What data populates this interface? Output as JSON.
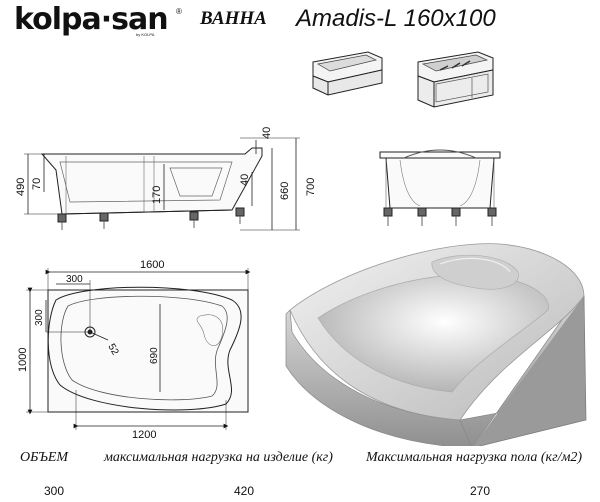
{
  "header": {
    "brand": "kolpa·san",
    "brand_reg": "®",
    "brand_sub": "by KOLPA",
    "doc_type": "ВАННА",
    "model": "Amadis-L 160x100"
  },
  "dimensions": {
    "side_view": {
      "d40_top": "40",
      "d490": "490",
      "d70": "70",
      "d170": "170",
      "d40": "40",
      "d660": "660",
      "d700": "700"
    },
    "top_view": {
      "d1600": "1600",
      "d300_x": "300",
      "d300_y": "300",
      "d1000": "1000",
      "d690": "690",
      "d1200": "1200",
      "d52": "52"
    }
  },
  "specs": {
    "labels": {
      "volume": "ОБЪЕМ",
      "max_load_item": "максимальная нагрузка на изделие (кг)",
      "max_load_floor": "Максимальная нагрузка пола (кг/м2)"
    },
    "values": {
      "volume": "300",
      "max_load_item": "420",
      "max_load_floor": "270"
    }
  }
}
